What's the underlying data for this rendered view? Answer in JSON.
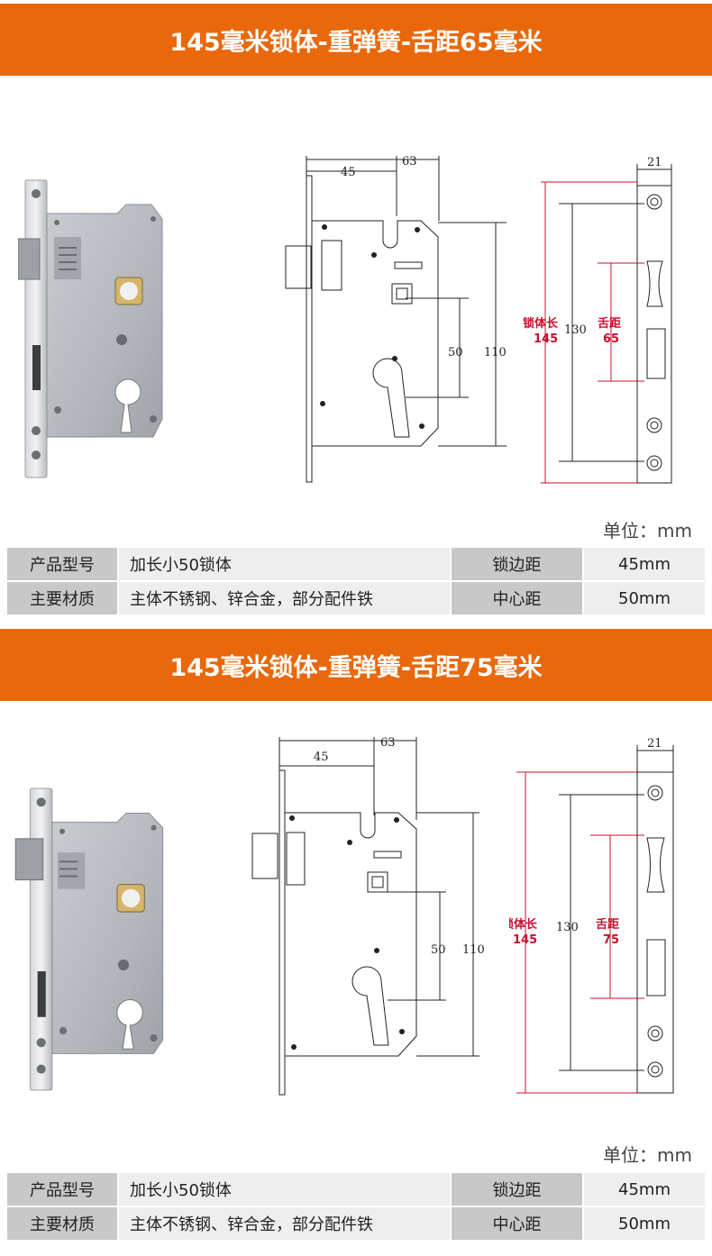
{
  "sections": [
    {
      "title": "145毫米锁体-重弹簧-舌距65毫米",
      "dims": {
        "top_width": "63",
        "backset": "45",
        "height_outer": "110",
        "center": "50",
        "edge": "21",
        "length_label": "锁体长",
        "length": "145",
        "inner": "130",
        "tongue_label": "舌距",
        "tongue": "65"
      },
      "unit": "单位：mm",
      "rows": [
        {
          "label1": "产品型号",
          "value1": "加长小50锁体",
          "label2": "锁边距",
          "value2": "45mm"
        },
        {
          "label1": "主要材质",
          "value1": "主体不锈钢、锌合金，部分配件铁",
          "label2": "中心距",
          "value2": "50mm"
        }
      ]
    },
    {
      "title": "145毫米锁体-重弹簧-舌距75毫米",
      "dims": {
        "top_width": "63",
        "backset": "45",
        "height_outer": "110",
        "center": "50",
        "edge": "21",
        "length_label": "锁体长",
        "length": "145",
        "inner": "130",
        "tongue_label": "舌距",
        "tongue": "75"
      },
      "unit": "单位：mm",
      "rows": [
        {
          "label1": "产品型号",
          "value1": "加长小50锁体",
          "label2": "锁边距",
          "value2": "45mm"
        },
        {
          "label1": "主要材质",
          "value1": "主体不锈钢、锌合金，部分配件铁",
          "label2": "中心距",
          "value2": "50mm"
        }
      ]
    }
  ],
  "colors": {
    "banner": "#e9680b",
    "dimension_red": "#c8102e"
  }
}
